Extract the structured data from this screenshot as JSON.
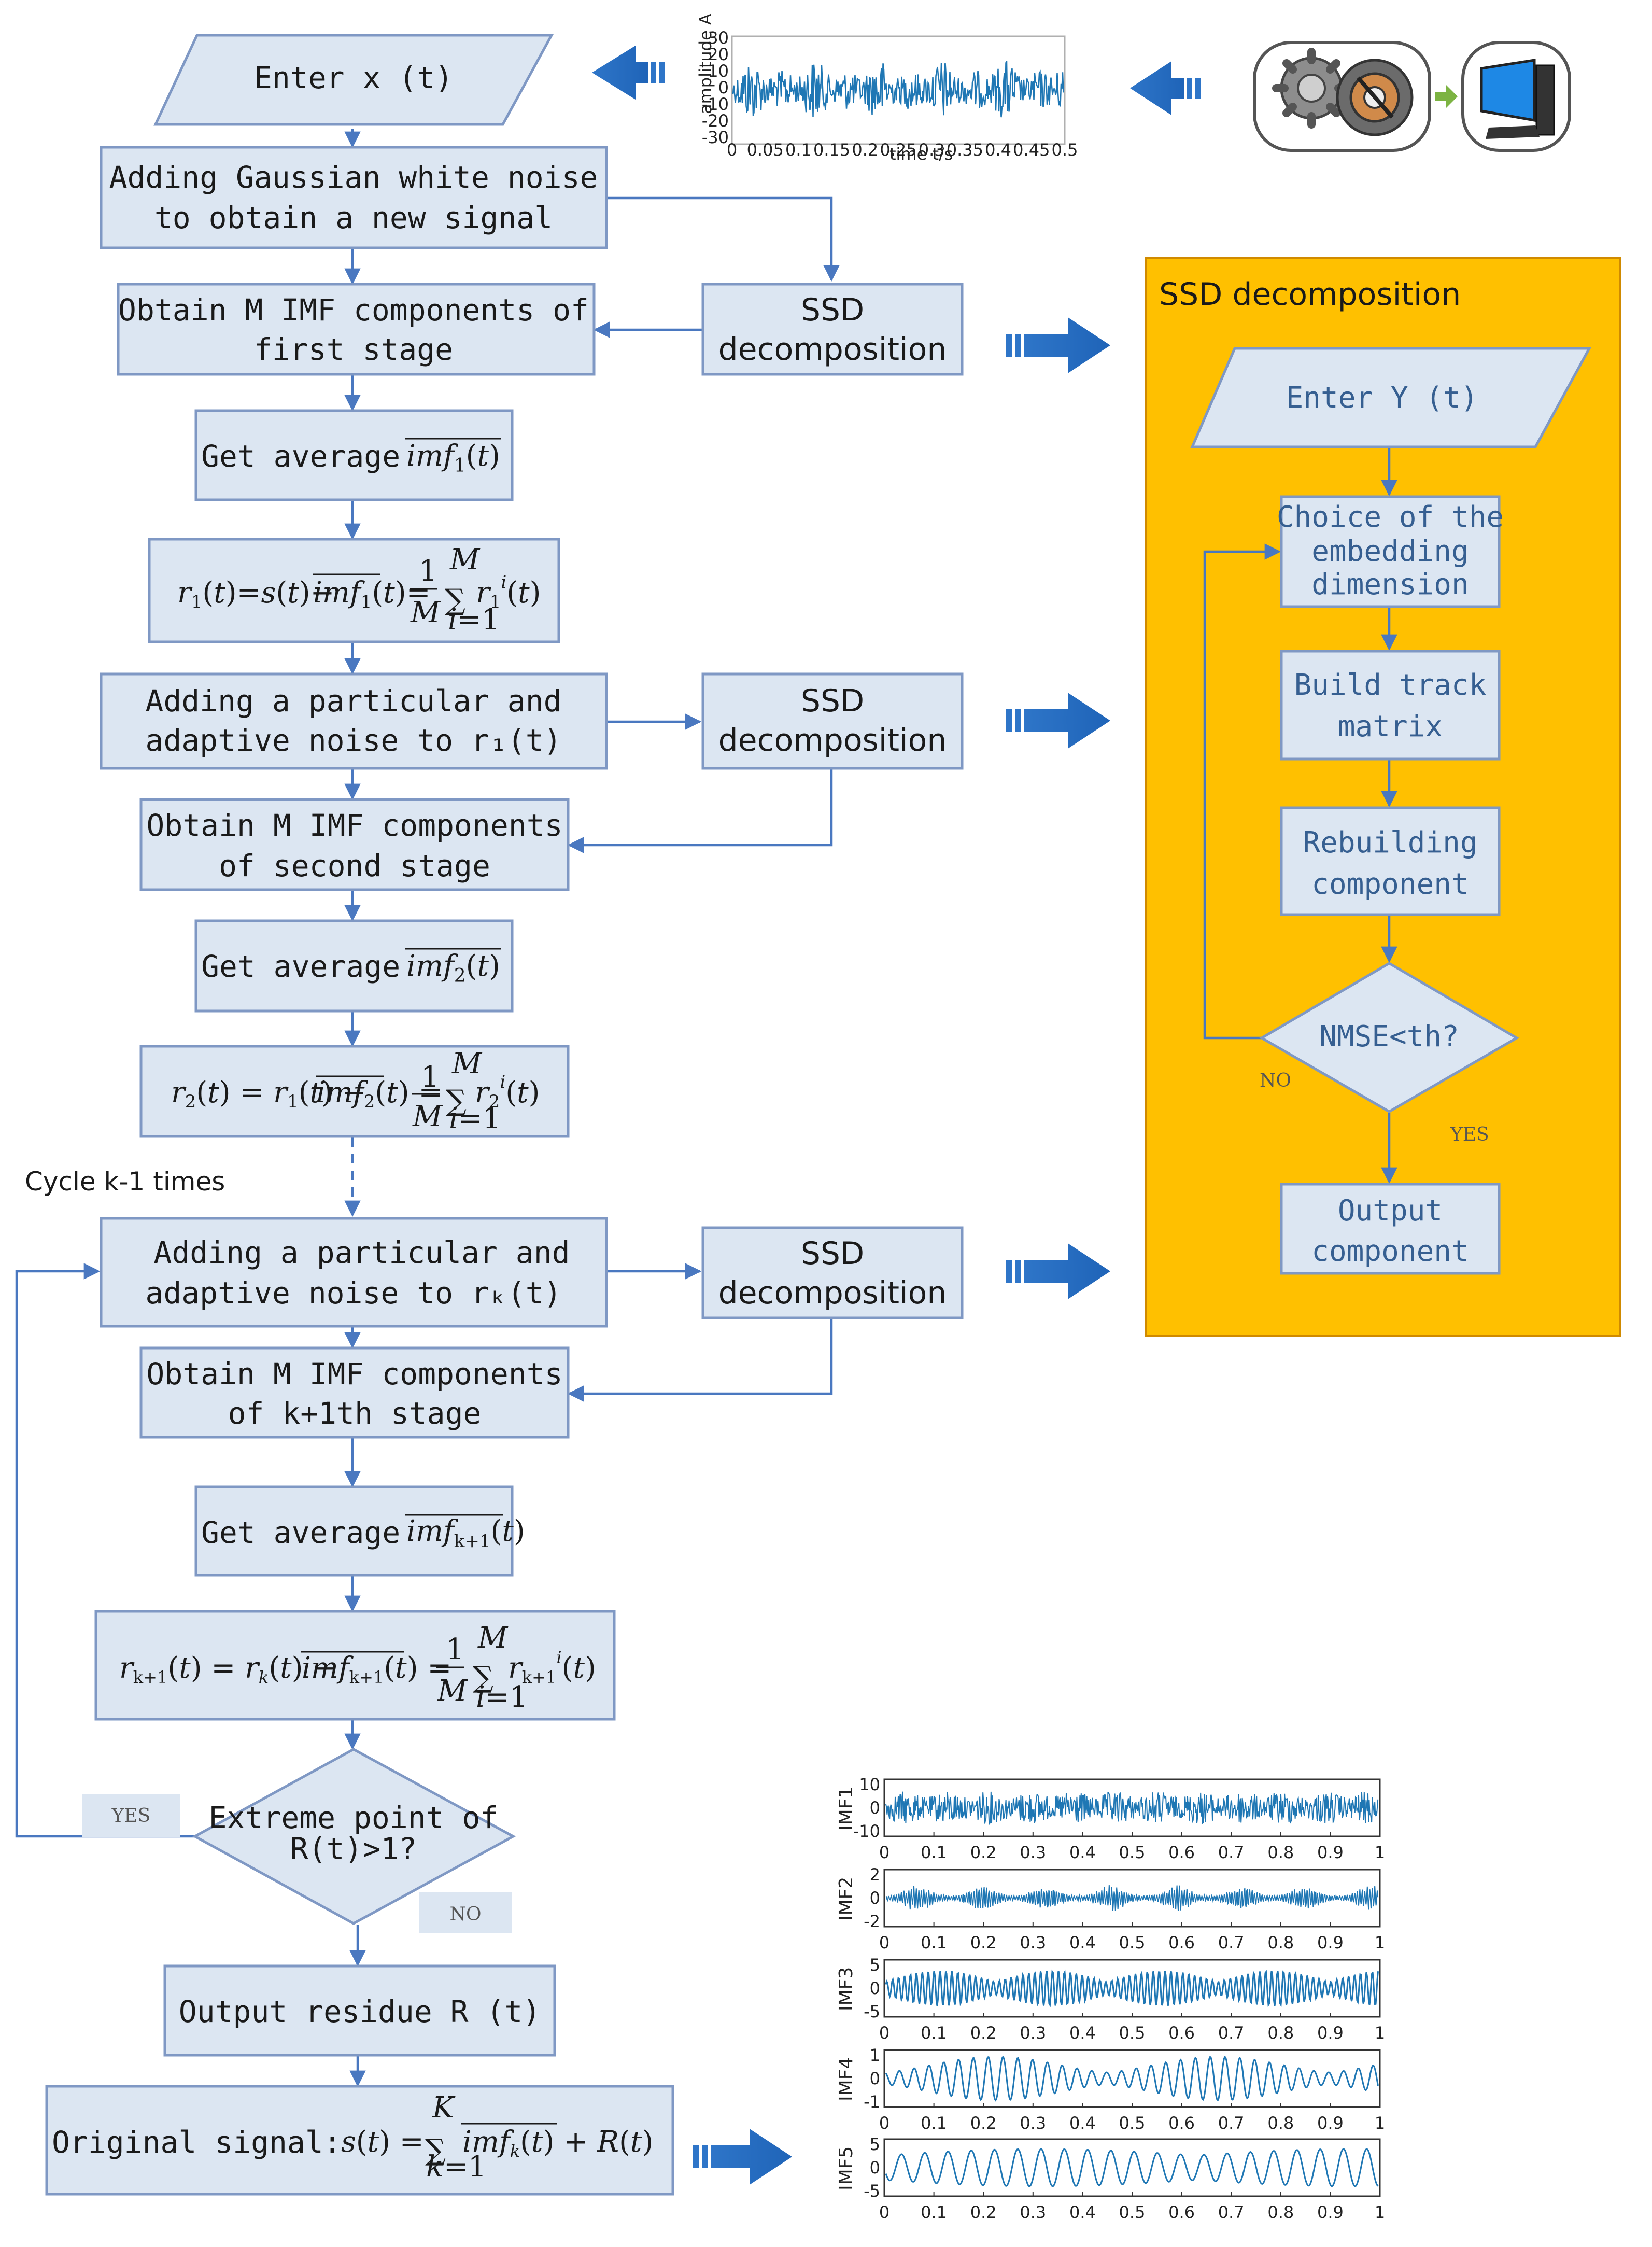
{
  "steps": {
    "enter_x": "Enter x (t)",
    "adding_gaussian_1": "Adding Gaussian white noise",
    "adding_gaussian_2": "to obtain a new signal",
    "obtain_first_1": "Obtain M IMF components of",
    "obtain_first_2": "first stage",
    "get_average": "Get average",
    "adding_particular_1": "Adding a particular and",
    "adding_particular_2a": "adaptive noise to r₁(t)",
    "obtain_second_1": "Obtain M IMF components",
    "obtain_second_2": "of second stage",
    "cycle": "Cycle k-1 times",
    "adding_particular_k": "adaptive noise to rₖ(t)",
    "obtain_k1_1": "Obtain M IMF components",
    "obtain_k1_2": "of k+1th stage",
    "extreme_1": "Extreme point of",
    "extreme_2": "R(t)>1?",
    "yes": "YES",
    "no": "NO",
    "output_residue": "Output residue R (t)",
    "original_signal": "Original signal:"
  },
  "ssd": {
    "label_1": "SSD",
    "label_2": "decomposition",
    "panel_title": "SSD decomposition",
    "enter_y": "Enter Y (t)",
    "choice_1": "Choice of the",
    "choice_2": "embedding",
    "choice_3": "dimension",
    "build_1": "Build track",
    "build_2": "matrix",
    "rebuild_1": "Rebuilding",
    "rebuild_2": "component",
    "nmse": "NMSE<th?",
    "no": "NO",
    "yes": "YES",
    "output_1": "Output",
    "output_2": "component"
  },
  "signal_plot": {
    "ylabel": "amplitude A",
    "xlabel": "time t/s",
    "yticks": [
      "30",
      "20",
      "10",
      "0",
      "-10",
      "-20",
      "-30"
    ],
    "xticks": [
      "0",
      "0.05",
      "0.1",
      "0.15",
      "0.2",
      "0.25",
      "0.3",
      "0.35",
      "0.4",
      "0.45",
      "0.5"
    ]
  },
  "imf_plots": {
    "xticks": [
      "0",
      "0.1",
      "0.2",
      "0.3",
      "0.4",
      "0.5",
      "0.6",
      "0.7",
      "0.8",
      "0.9",
      "1"
    ],
    "panels": [
      {
        "name": "IMF1",
        "yticks": [
          "10",
          "0",
          "-10"
        ]
      },
      {
        "name": "IMF2",
        "yticks": [
          "2",
          "0",
          "-2"
        ]
      },
      {
        "name": "IMF3",
        "yticks": [
          "5",
          "0",
          "-5"
        ]
      },
      {
        "name": "IMF4",
        "yticks": [
          "1",
          "0",
          "-1"
        ]
      },
      {
        "name": "IMF5",
        "yticks": [
          "5",
          "0",
          "-5"
        ]
      }
    ]
  },
  "colors": {
    "box_fill": "#dce6f2",
    "box_stroke": "#7f98c4",
    "arrow": "#4a78c0",
    "panel": "#ffc000",
    "signal": "#1f77b4"
  }
}
